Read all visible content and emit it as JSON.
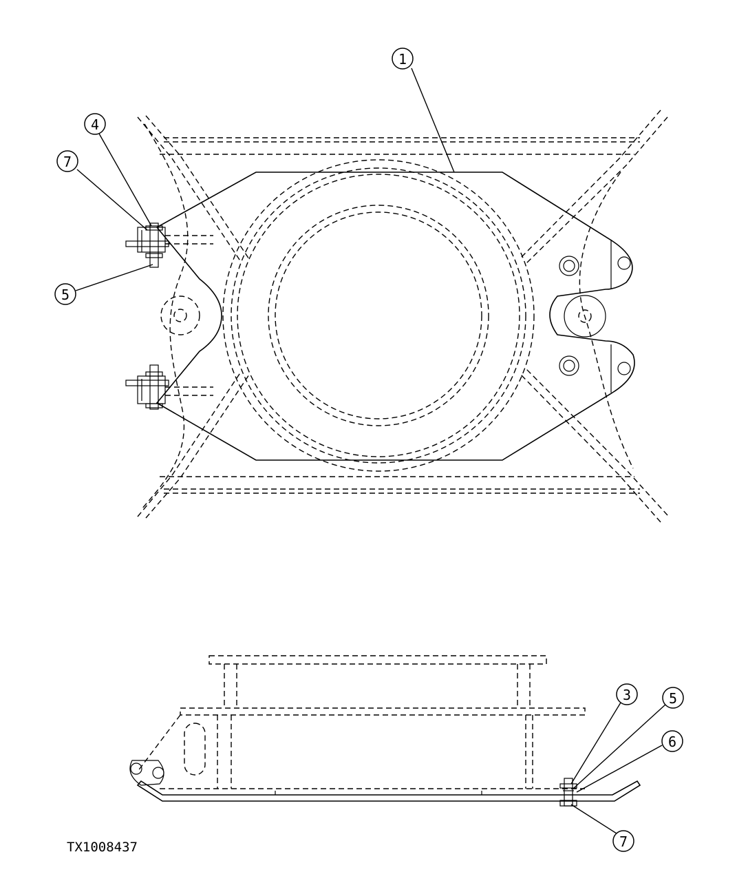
{
  "figure_ref": "TX1008437",
  "callouts": {
    "top_item_1": "1",
    "top_item_4": "4",
    "top_item_7": "7",
    "top_item_5": "5",
    "side_item_3": "3",
    "side_item_5": "5",
    "side_item_6": "6",
    "side_item_7": "7"
  }
}
